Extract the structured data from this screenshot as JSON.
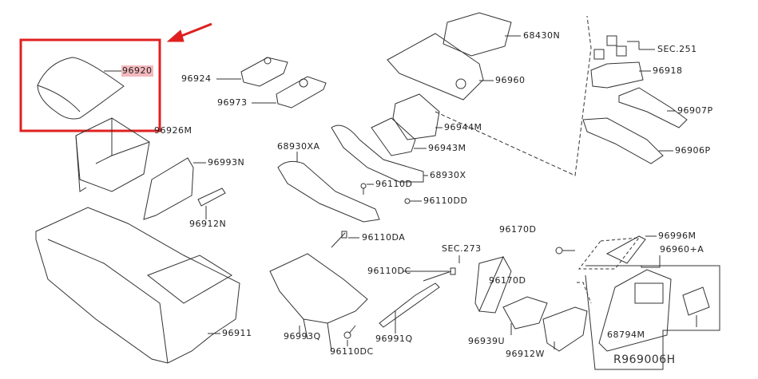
{
  "diagram": {
    "reference_code": "R969006H",
    "highlight_color": "#e02020",
    "highlighted_part": "96920",
    "labels": {
      "p96920": "96920",
      "p96924": "96924",
      "p96973": "96973",
      "p96926M": "96926M",
      "p96993N": "96993N",
      "p96912N": "96912N",
      "p68430N": "68430N",
      "p96960": "96960",
      "p96944M": "96944M",
      "p96943M": "96943M",
      "p68930XA": "68930XA",
      "p68930X": "68930X",
      "p96110D": "96110D",
      "p96110DD": "96110DD",
      "sec251": "SEC.251",
      "p96918": "96918",
      "p96907P": "96907P",
      "p96906P": "96906P",
      "p96170D_a": "96170D",
      "p96996M": "96996M",
      "p96960A": "96960+A",
      "sec273": "SEC.273",
      "p96110DA": "96110DA",
      "p96110DC_a": "96110DC",
      "p96170D_b": "96170D",
      "p96911": "96911",
      "p96993Q": "96993Q",
      "p96991Q": "96991Q",
      "p96939U": "96939U",
      "p96912W": "96912W",
      "p68794M": "68794M",
      "p96110DC_b": "96110DC"
    }
  }
}
